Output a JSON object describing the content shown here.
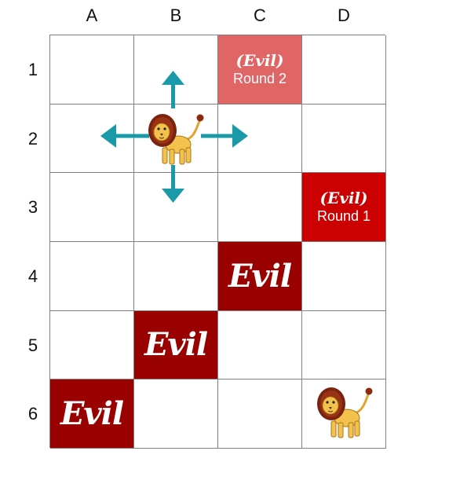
{
  "columns": [
    "A",
    "B",
    "C",
    "D"
  ],
  "rows": [
    "1",
    "2",
    "3",
    "4",
    "5",
    "6"
  ],
  "cells": {
    "c1": {
      "paren_text": "(Evil)",
      "round_text": "Round 2",
      "color": "#e06666"
    },
    "d3": {
      "paren_text": "(Evil)",
      "round_text": "Round 1",
      "color": "#cc0000"
    },
    "c4": {
      "text": "Evil",
      "color": "#990000"
    },
    "b5": {
      "text": "Evil",
      "color": "#990000"
    },
    "a6": {
      "text": "Evil",
      "color": "#990000"
    }
  },
  "colors": {
    "arrow": "#1a9aa8",
    "grid_line": "#808080"
  },
  "icons": {
    "lion_b2": "lion-icon",
    "lion_d6": "lion-icon",
    "arrows": [
      "up-arrow-icon",
      "down-arrow-icon",
      "left-arrow-icon",
      "right-arrow-icon"
    ]
  }
}
